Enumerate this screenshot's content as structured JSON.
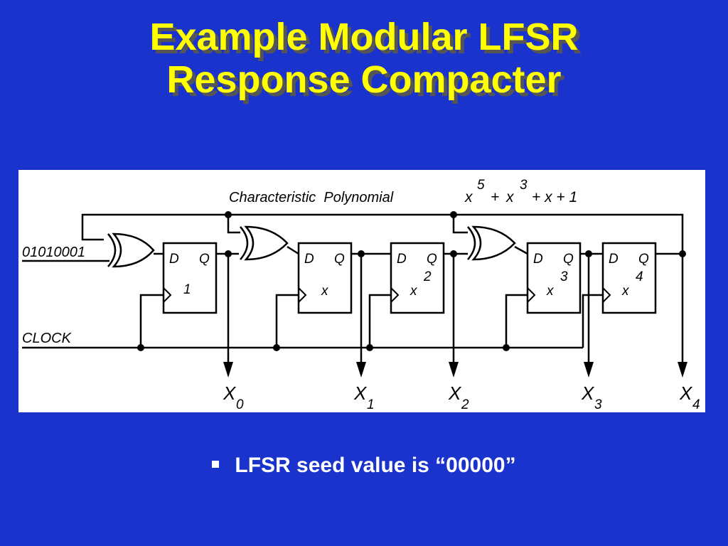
{
  "slide": {
    "title_line1": "Example Modular LFSR",
    "title_line2": "Response Compacter",
    "bullet": "LFSR seed value is “00000”"
  },
  "diagram": {
    "caption": "Characteristic  Polynomial",
    "polynomial": {
      "t1": "x",
      "e1": "5",
      "plus1": "+",
      "t2": "x",
      "e2": "3",
      "rest": "+ x + 1"
    },
    "input_label": "01010001",
    "clock_label": "CLOCK",
    "flipflops": [
      {
        "d": "D",
        "q": "Q",
        "base": "",
        "exp": "1"
      },
      {
        "d": "D",
        "q": "Q",
        "base": "x",
        "exp": ""
      },
      {
        "d": "D",
        "q": "Q",
        "base": "x",
        "exp": "2"
      },
      {
        "d": "D",
        "q": "Q",
        "base": "x",
        "exp": "3"
      },
      {
        "d": "D",
        "q": "Q",
        "base": "x",
        "exp": "4"
      }
    ],
    "outputs": [
      {
        "base": "X",
        "sub": "0"
      },
      {
        "base": "X",
        "sub": "1"
      },
      {
        "base": "X",
        "sub": "2"
      },
      {
        "base": "X",
        "sub": "3"
      },
      {
        "base": "X",
        "sub": "4"
      }
    ]
  }
}
